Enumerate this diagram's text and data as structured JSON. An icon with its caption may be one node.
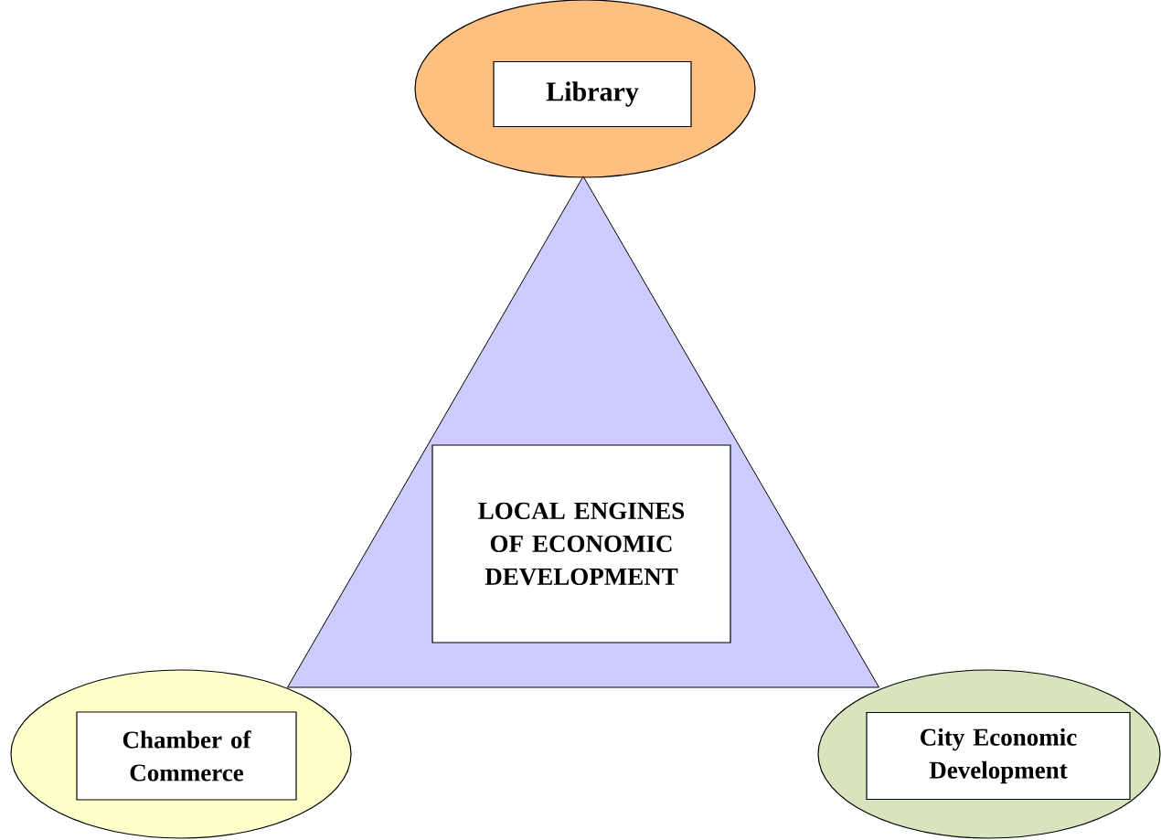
{
  "diagram": {
    "nodes": [
      {
        "text": [],
        "shape": "ellipse"
      },
      {
        "text": [
          "Library"
        ],
        "in": 0
      },
      {
        "text": [],
        "shape": "triangle"
      },
      {
        "text": [
          "LOCAL ENGINES OF ECONOMIC DEVELOPMENT"
        ],
        "in": 2
      },
      {
        "text": [],
        "shape": "ellipse"
      },
      {
        "text": [
          "Chamber of Commerce"
        ],
        "in": 4
      },
      {
        "text": [],
        "shape": "ellipse"
      },
      {
        "text": [
          "City Economic Development"
        ],
        "in": 6
      }
    ]
  }
}
